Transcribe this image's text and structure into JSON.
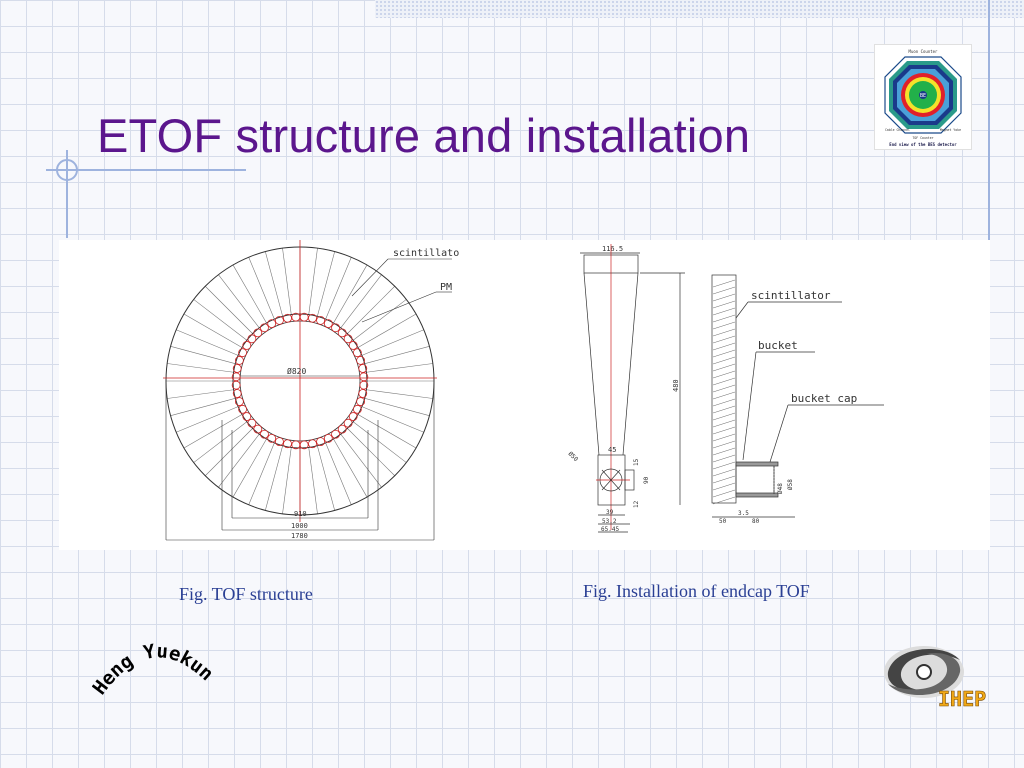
{
  "slide": {
    "title": "ETOF structure and installation",
    "captions": {
      "tof_structure": "Fig. TOF structure",
      "endcap_installation": "Fig. Installation of endcap TOF"
    },
    "author_signature": "Heng Yuekun"
  },
  "logo_top": {
    "top_label": "Muon Counter",
    "center_label": "BE",
    "bottom_left_label": "Cable Channel",
    "bottom_center_label": "TOF Counter",
    "bottom_right_label": "Magnet Yoke",
    "caption": "End view of the BES detector"
  },
  "logo_bottom": {
    "label": "IHEP"
  },
  "drawing_left": {
    "callouts": {
      "scintillator": "scintillato",
      "pmt": "PM"
    },
    "dimensions": {
      "inner_diameter": "Ø820",
      "d910": "910",
      "d1000": "1000",
      "d1780": "1780"
    }
  },
  "drawing_right": {
    "callouts": {
      "scintillator": "scintillator",
      "bucket": "bucket",
      "bucket_cap": "bucket cap"
    },
    "dimensions": {
      "top_width": "116.5",
      "length": "480",
      "d45": "45",
      "d15": "15",
      "d90": "90",
      "d39": "39",
      "d532": "53.2",
      "d6545": "65.45",
      "phi50": "Ø50",
      "d12": "12",
      "d35": "3.5",
      "d50": "50",
      "d80": "80",
      "phi48": "Ø48",
      "phi58": "Ø58"
    }
  },
  "colors": {
    "title": "#5b168d",
    "caption": "#2a3f94",
    "grid": "#d6dcea",
    "accent_lines": "#9eb3de"
  }
}
